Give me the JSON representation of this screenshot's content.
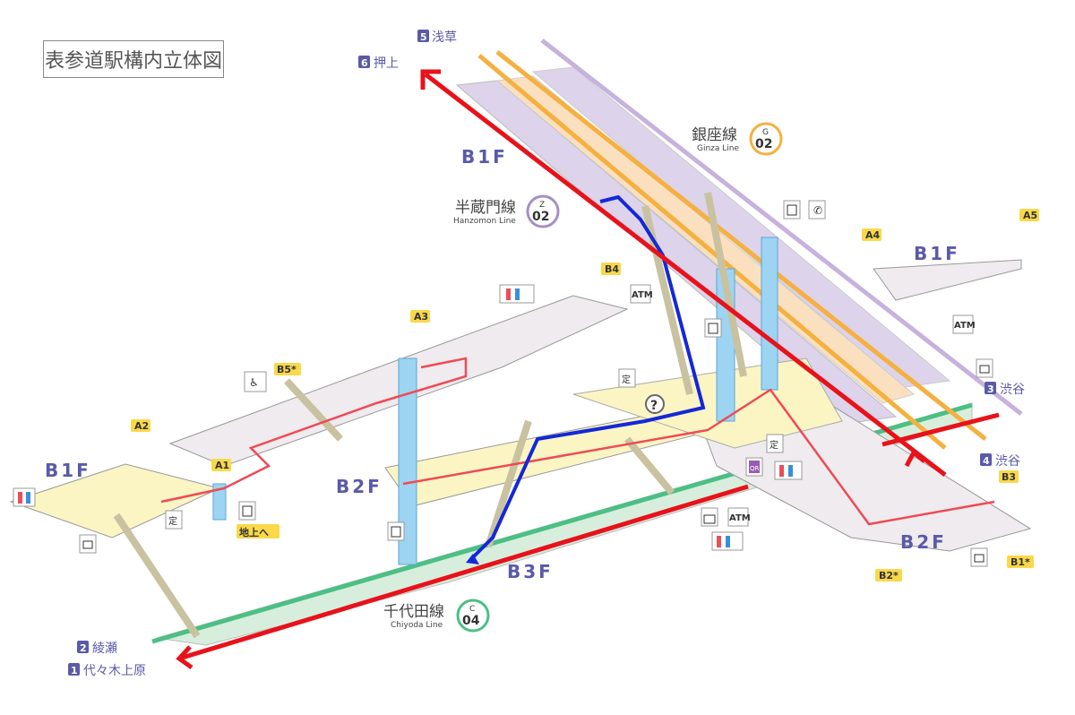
{
  "title": "表参道駅構内立体図",
  "directions": [
    {
      "num": "5",
      "label": "浅草"
    },
    {
      "num": "6",
      "label": "押上"
    },
    {
      "num": "3",
      "label": "渋谷"
    },
    {
      "num": "4",
      "label": "渋谷"
    },
    {
      "num": "2",
      "label": "綾瀬"
    },
    {
      "num": "1",
      "label": "代々木上原"
    }
  ],
  "lines": {
    "ginza": {
      "jp": "銀座線",
      "en": "Ginza Line",
      "letter": "G",
      "num": "02",
      "color": "#f5b040"
    },
    "hanzomon": {
      "jp": "半蔵門線",
      "en": "Hanzomon Line",
      "letter": "Z",
      "num": "02",
      "color": "#a48fc5"
    },
    "chiyoda": {
      "jp": "千代田線",
      "en": "Chiyoda Line",
      "letter": "C",
      "num": "04",
      "color": "#4cbf85"
    }
  },
  "floors": {
    "b1f": "B1F",
    "b2f": "B2F",
    "b3f": "B3F"
  },
  "exits": {
    "a1": "A1",
    "a2": "A2",
    "a3": "A3",
    "a4": "A4",
    "a5": "A5",
    "b1": "B1*",
    "b2": "B2*",
    "b3": "B3",
    "b4": "B4",
    "b5": "B5*",
    "ground": "地上へ"
  },
  "icons": {
    "atm": "ATM",
    "qr": "QR",
    "help": "?",
    "pass": "定"
  },
  "colors": {
    "route_red": "#e8121a",
    "route_blue": "#1428d8",
    "exit_badge": "#f9d84a",
    "floor_label": "#5a5aa8"
  }
}
